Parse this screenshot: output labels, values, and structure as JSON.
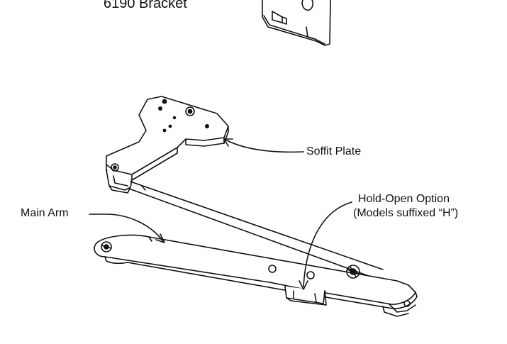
{
  "labels": {
    "bracket": "6190 Bracket",
    "soffit_plate": "Soffit Plate",
    "hold_open_line1": "Hold-Open Option",
    "hold_open_line2": "(Models suffixed “H”)",
    "main_arm": "Main Arm"
  },
  "colors": {
    "ink": "#111111",
    "paper": "#ffffff"
  }
}
